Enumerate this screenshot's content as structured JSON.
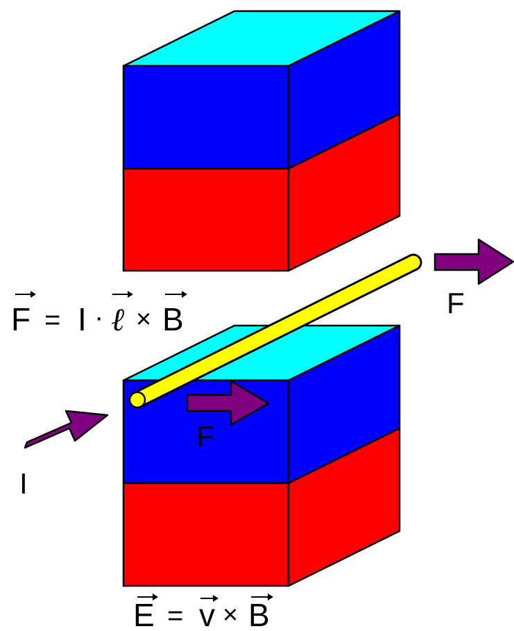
{
  "colors": {
    "top_face": "#00ffff",
    "north": "#0000ff",
    "south": "#ff0000",
    "wire": "#ffff00",
    "arrow": "#800080",
    "outline": "#000000"
  },
  "labels": {
    "current": "I",
    "force_right": "F",
    "force_mid": "F"
  },
  "equation_force": {
    "F": "F",
    "equals": "=",
    "I": "I",
    "dot": "·",
    "ell": "ℓ",
    "cross": "×",
    "B": "B"
  },
  "equation_field": {
    "E": "E",
    "equals": "=",
    "v": "v",
    "cross": "×",
    "B": "B"
  }
}
